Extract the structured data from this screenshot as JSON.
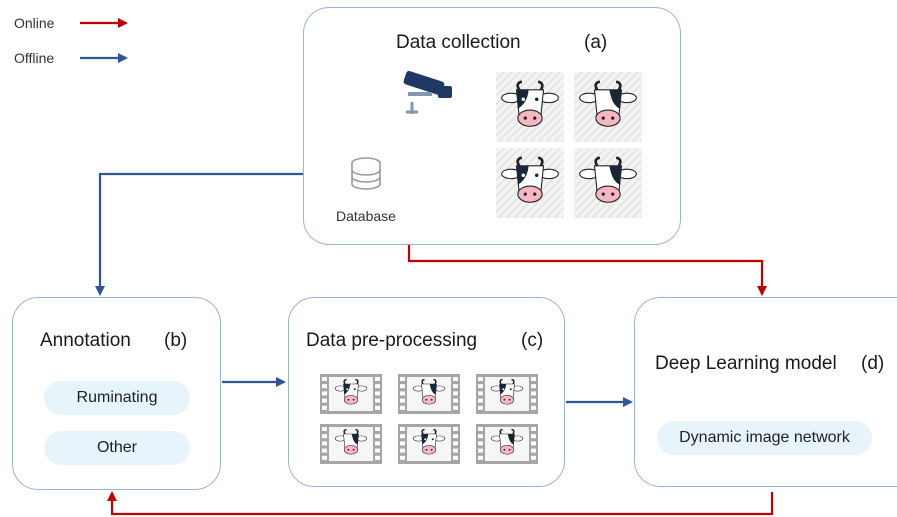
{
  "legend": {
    "online": {
      "label": "Online",
      "color": "#c00000"
    },
    "offline": {
      "label": "Offline",
      "color": "#2f5597"
    }
  },
  "data_collection": {
    "title": "Data collection",
    "tag": "(a)",
    "database_label": "Database",
    "camera_icon": "surveillance-camera-icon",
    "cow_icon": "cow-face-icon"
  },
  "annotation": {
    "title": "Annotation",
    "tag": "(b)",
    "items": [
      "Ruminating",
      "Other"
    ]
  },
  "preprocessing": {
    "title": "Data pre-processing",
    "tag": "(c)",
    "frame_icon": "film-frame-cow-icon"
  },
  "model": {
    "title": "Deep Learning model",
    "tag": "(d)",
    "network": "Dynamic image network"
  }
}
